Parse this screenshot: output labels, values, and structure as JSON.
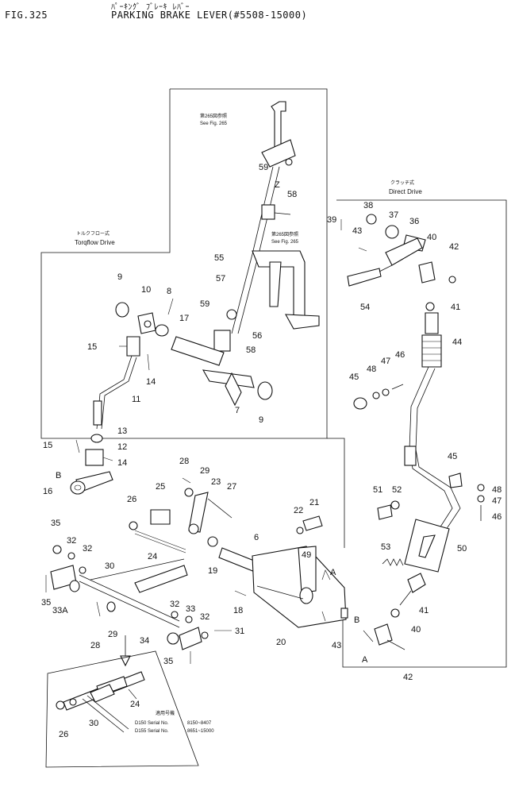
{
  "header": {
    "figure_number": "FIG.325",
    "title_jp": "ﾊﾟｰｷﾝｸﾞ ﾌﾞﾚｰｷ ﾚﾊﾞｰ",
    "title": "PARKING BRAKE LEVER(#5508-15000)"
  },
  "sections": {
    "torqflow_jp": "トルクフロー式",
    "torqflow": "Torqflow Drive",
    "direct_jp": "クラッチ式",
    "direct": "Direct Drive"
  },
  "references": {
    "ref_top_jp": "第265図参照",
    "ref_top": "See Fig. 265",
    "ref_mid_jp": "第265図参照",
    "ref_mid": "See Fig. 265"
  },
  "serials": {
    "heading": "適用号機",
    "d150_label": "D150 Serial No.",
    "d150_range": "8150~8407",
    "d155_label": "D155 Serial No.",
    "d155_range": "8651~15000"
  },
  "part_labels": {
    "p9a": "9",
    "p10": "10",
    "p8": "8",
    "p15a": "15",
    "p17": "17",
    "p14a": "14",
    "p11": "11",
    "p13": "13",
    "p12": "12",
    "p15b": "15",
    "p14b": "14",
    "pB1": "B",
    "p16": "16",
    "p55": "55",
    "p57": "57",
    "p59a": "59",
    "p56": "56",
    "p58a": "58",
    "p7": "7",
    "p9b": "9",
    "p59b": "59",
    "pZ": "Z",
    "p58b": "58",
    "p39": "39",
    "p38": "38",
    "p37": "37",
    "p36": "36",
    "p43a": "43",
    "p40a": "40",
    "p42a": "42",
    "p54": "54",
    "p41a": "41",
    "p44": "44",
    "p46a": "46",
    "p47a": "47",
    "p48a": "48",
    "p45a": "45",
    "p45b": "45",
    "p48b": "48",
    "p47b": "47",
    "p46b": "46",
    "p51": "51",
    "p52": "52",
    "p50": "50",
    "p53": "53",
    "p41b": "41",
    "p40b": "40",
    "p43b": "43",
    "pA1": "A",
    "p42b": "42",
    "p28a": "28",
    "p29a": "29",
    "p23": "23",
    "p25": "25",
    "p27": "27",
    "p26a": "26",
    "p22": "22",
    "p21": "21",
    "p6": "6",
    "p19": "19",
    "p49": "49",
    "pA2": "A",
    "p18": "18",
    "p20": "20",
    "pB2": "B",
    "p35a": "35",
    "p32a": "32",
    "p32b": "32",
    "p30a": "30",
    "p24a": "24",
    "p35b": "35",
    "p33A": "33A",
    "p28b": "28",
    "p29b": "29",
    "p32c": "32",
    "p33": "33",
    "p32d": "32",
    "p31": "31",
    "p34": "34",
    "p35c": "35",
    "p26b": "26",
    "p30b": "30",
    "p24b": "24"
  }
}
